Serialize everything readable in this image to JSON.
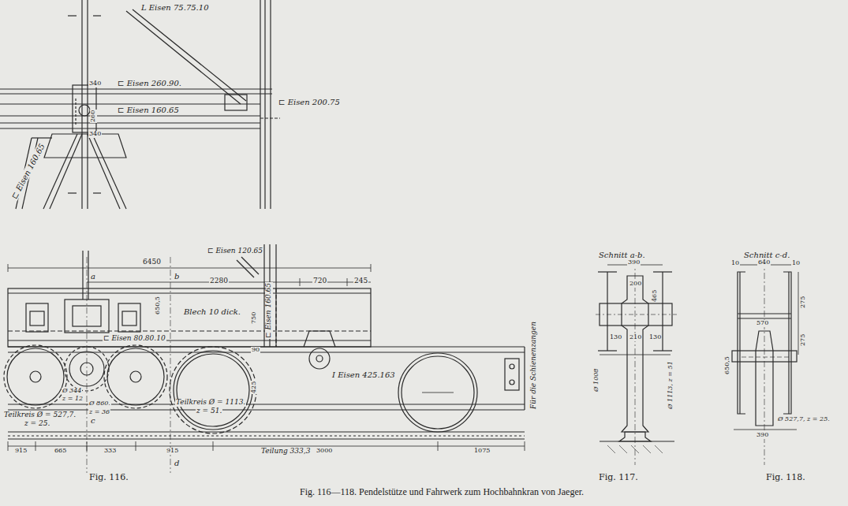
{
  "diagram": {
    "caption": "Fig. 116—118. Pendelstütze und Fahrwerk zum Hochbahnkran von Jaeger.",
    "labels": [
      "L Eisen 75.75.10",
      "⊏ Eisen 200.75",
      "⊏ Eisen 260.90.",
      "⊏ Eisen 160.65",
      "⊏ Eisen 160.65",
      "340",
      "260",
      "340",
      "6450",
      "2280",
      "720",
      "245",
      "⊏ Eisen 120.65",
      "⊏ Eisen 160.65",
      "Blech 10 dick.",
      "⊏ Eisen 80.80.10",
      "750",
      "90",
      "425",
      "650,5",
      "I Eisen 425.163",
      "Für die Schienenzangen",
      "Teilkreis Ø = 527,7.",
      "z = 25.",
      "Ø 344",
      "z = 12",
      "Ø 860.",
      "z = 36",
      "Teilkreis Ø = 1113.",
      "z = 51.",
      "Teilung 333,3",
      "915",
      "665",
      "333",
      "915",
      "3000",
      "1075",
      "a",
      "b",
      "c",
      "d",
      "Schnitt a-b.",
      "390",
      "200",
      "465",
      "Ø 1008",
      "Ø 1113, z = 51",
      "130",
      "210",
      "130",
      "Schnitt c-d.",
      "10",
      "640",
      "10",
      "275",
      "275",
      "570",
      "650,5",
      "390",
      "Ø 527,7, z = 25.",
      "Fig. 116.",
      "Fig. 117.",
      "Fig. 118."
    ]
  }
}
